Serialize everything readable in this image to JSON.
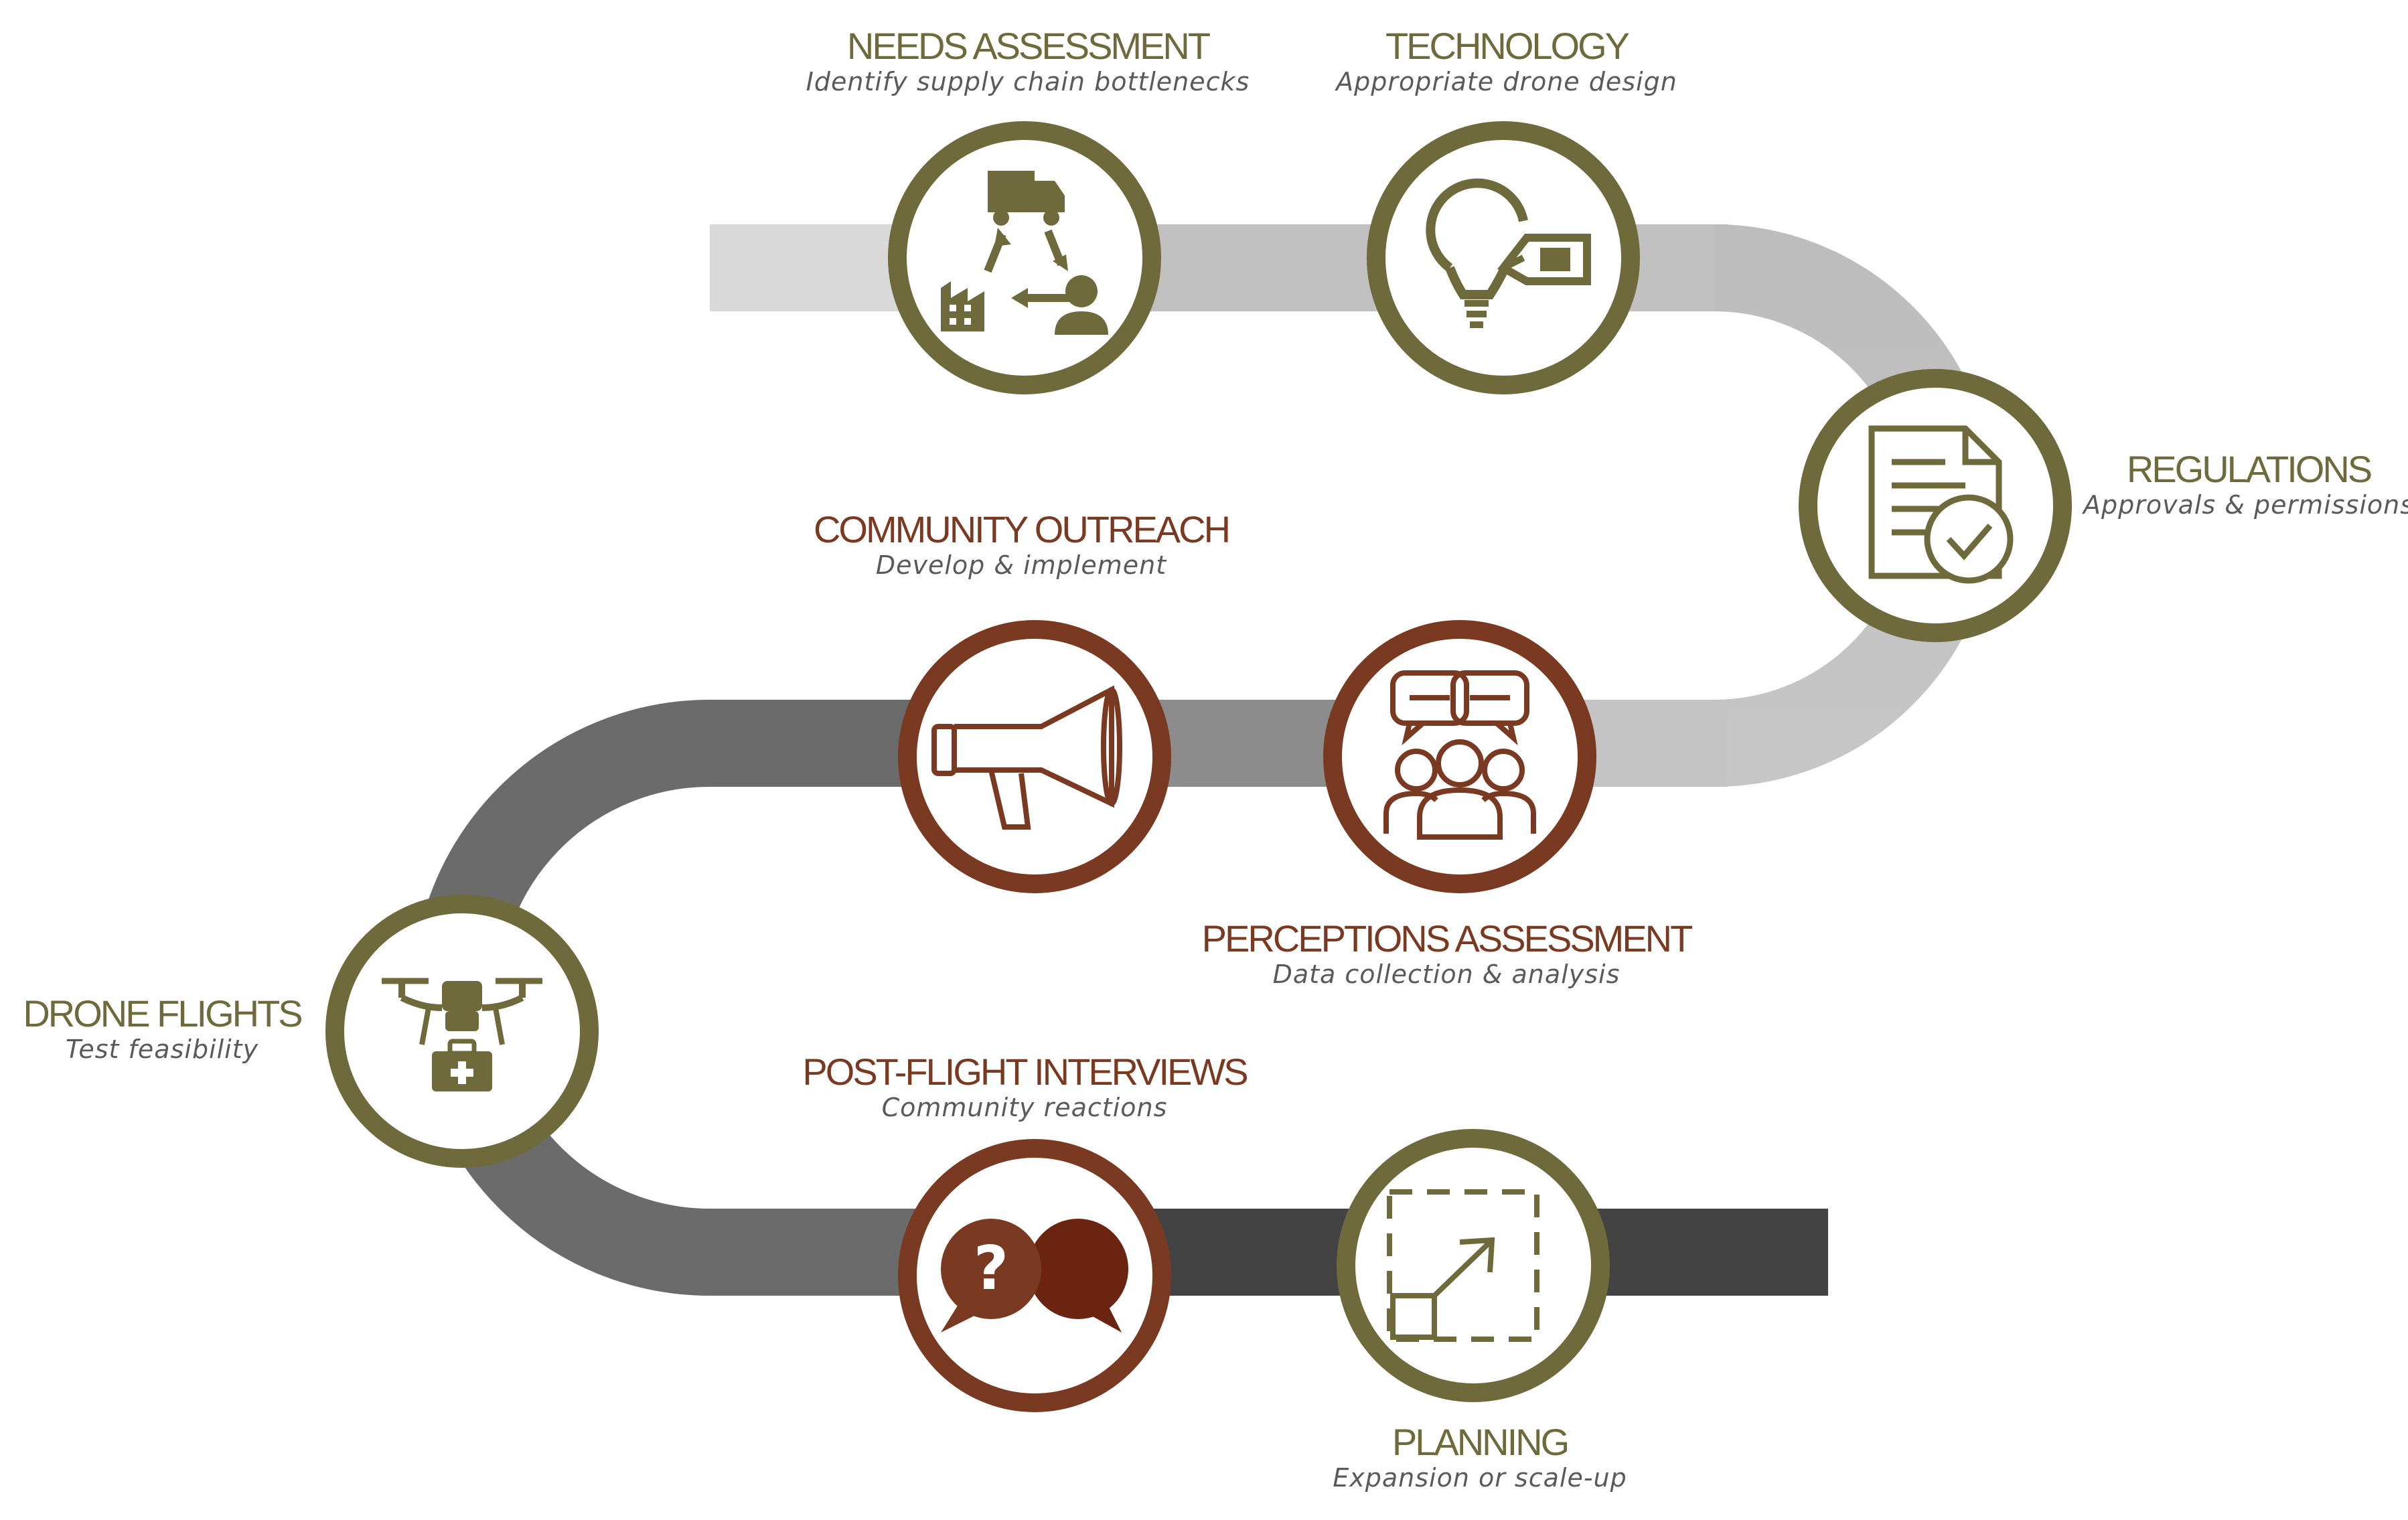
{
  "colors": {
    "olive": "#6e6a3c",
    "rust": "#7a3a22",
    "road_light": "#d9d9d9",
    "road_mid": "#bdbdbd",
    "road_gray": "#8c8c8c",
    "road_dark": "#6b6b6b",
    "road_darkest": "#434343"
  },
  "steps": [
    {
      "id": "needs",
      "title": "NEEDS ASSESSMENT",
      "subtitle": "Identify supply chain bottlenecks",
      "icon": "supply-chain-icon",
      "color": "olive"
    },
    {
      "id": "technology",
      "title": "TECHNOLOGY",
      "subtitle": "Appropriate drone design",
      "icon": "lightbulb-pen-icon",
      "color": "olive"
    },
    {
      "id": "regulations",
      "title": "REGULATIONS",
      "subtitle": "Approvals & permissions",
      "icon": "approved-document-icon",
      "color": "olive"
    },
    {
      "id": "perceptions",
      "title": "PERCEPTIONS ASSESSMENT",
      "subtitle": "Data collection & analysis",
      "icon": "people-discussion-icon",
      "color": "rust"
    },
    {
      "id": "community",
      "title": "COMMUNITY OUTREACH",
      "subtitle": "Develop & implement",
      "icon": "megaphone-icon",
      "color": "rust"
    },
    {
      "id": "drone",
      "title": "DRONE FLIGHTS",
      "subtitle": "Test feasibility",
      "icon": "medical-drone-icon",
      "color": "olive"
    },
    {
      "id": "postflight",
      "title": "POST-FLIGHT INTERVIEWS",
      "subtitle": "Community reactions",
      "icon": "question-bubbles-icon",
      "color": "rust"
    },
    {
      "id": "planning",
      "title": "PLANNING",
      "subtitle": "Expansion or scale-up",
      "icon": "scale-up-icon",
      "color": "olive"
    }
  ]
}
